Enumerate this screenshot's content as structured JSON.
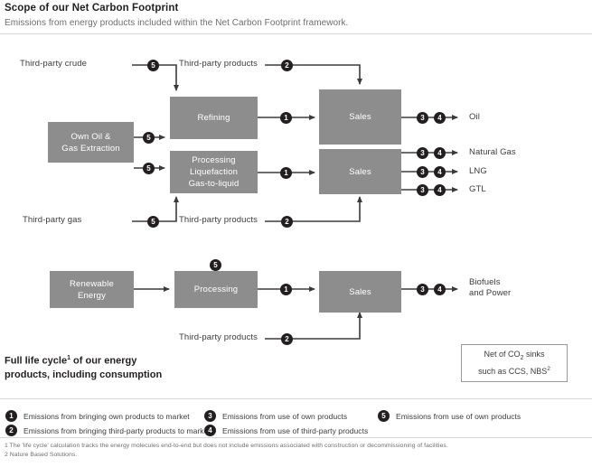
{
  "header": {
    "title": "Scope of our Net Carbon Footprint",
    "subtitle": "Emissions from energy products included within the Net Carbon Footprint framework."
  },
  "diagram": {
    "nodes": [
      {
        "id": "own-extraction",
        "label": "Own Oil &\nGas Extraction"
      },
      {
        "id": "refining",
        "label": "Refining"
      },
      {
        "id": "processing-lng",
        "label": "Processing\nLiquefaction\nGas-to-liquid"
      },
      {
        "id": "sales-oil",
        "label": "Sales"
      },
      {
        "id": "sales-gas",
        "label": "Sales"
      },
      {
        "id": "renewable",
        "label": "Renewable\nEnergy"
      },
      {
        "id": "processing-ren",
        "label": "Processing"
      },
      {
        "id": "sales-ren",
        "label": "Sales"
      }
    ],
    "input_labels": [
      {
        "id": "third-party-crude",
        "text": "Third-party crude"
      },
      {
        "id": "third-party-products-top",
        "text": "Third-party products"
      },
      {
        "id": "third-party-gas",
        "text": "Third-party gas"
      },
      {
        "id": "third-party-products-mid",
        "text": "Third-party products"
      },
      {
        "id": "third-party-products-bottom",
        "text": "Third-party products"
      }
    ],
    "outputs": [
      {
        "id": "oil",
        "text": "Oil",
        "badges": [
          "3",
          "4"
        ]
      },
      {
        "id": "natural-gas",
        "text": "Natural Gas",
        "badges": [
          "3",
          "4"
        ]
      },
      {
        "id": "lng",
        "text": "LNG",
        "badges": [
          "3",
          "4"
        ]
      },
      {
        "id": "gtl",
        "text": "GTL",
        "badges": [
          "3",
          "4"
        ]
      },
      {
        "id": "biofuels-power",
        "text": "Biofuels\nand Power",
        "badges": [
          "3",
          "4"
        ]
      }
    ],
    "flow_badges": [
      {
        "id": "badge-crude-5",
        "value": "5"
      },
      {
        "id": "badge-tp-products-top-2",
        "value": "2"
      },
      {
        "id": "badge-extraction-refining-5",
        "value": "5"
      },
      {
        "id": "badge-extraction-processing-5",
        "value": "5"
      },
      {
        "id": "badge-refining-sales-1",
        "value": "1"
      },
      {
        "id": "badge-processing-sales-1",
        "value": "1"
      },
      {
        "id": "badge-gas-5",
        "value": "5"
      },
      {
        "id": "badge-tp-products-mid-2",
        "value": "2"
      },
      {
        "id": "badge-processing-ren-5",
        "value": "5"
      },
      {
        "id": "badge-processing-ren-sales-1",
        "value": "1"
      },
      {
        "id": "badge-tp-products-bottom-2",
        "value": "2"
      }
    ],
    "sink_note": {
      "line1_pre": "Net of CO",
      "line1_sub": "2",
      "line1_post": " sinks",
      "line2_pre": "such as CCS, NBS",
      "line2_sup": "2"
    }
  },
  "lifecycle": {
    "line1_pre": "Full life cycle",
    "line1_sup": "1",
    "line1_post": " of our energy",
    "line2": "products, including consumption"
  },
  "legend": {
    "items": [
      {
        "num": "1",
        "text": "Emissions from bringing own products to market"
      },
      {
        "num": "2",
        "text": "Emissions from bringing third-party products to market"
      },
      {
        "num": "3",
        "text": "Emissions from use of own products"
      },
      {
        "num": "4",
        "text": "Emissions from use of third-party products"
      },
      {
        "num": "5",
        "text": "Emissions from use of own products"
      }
    ]
  },
  "footnotes": {
    "one": "1 The 'life cycle' calculation tracks the energy molecules end-to-end but does not include emissions associated with construction or decommissioning of facilities.",
    "two": "2 Nature Based Solutions."
  },
  "colors": {
    "node_fill": "#8d8d8d",
    "badge_fill": "#231f20",
    "line": "#3b3b3b",
    "rule": "#d8d8d8"
  }
}
